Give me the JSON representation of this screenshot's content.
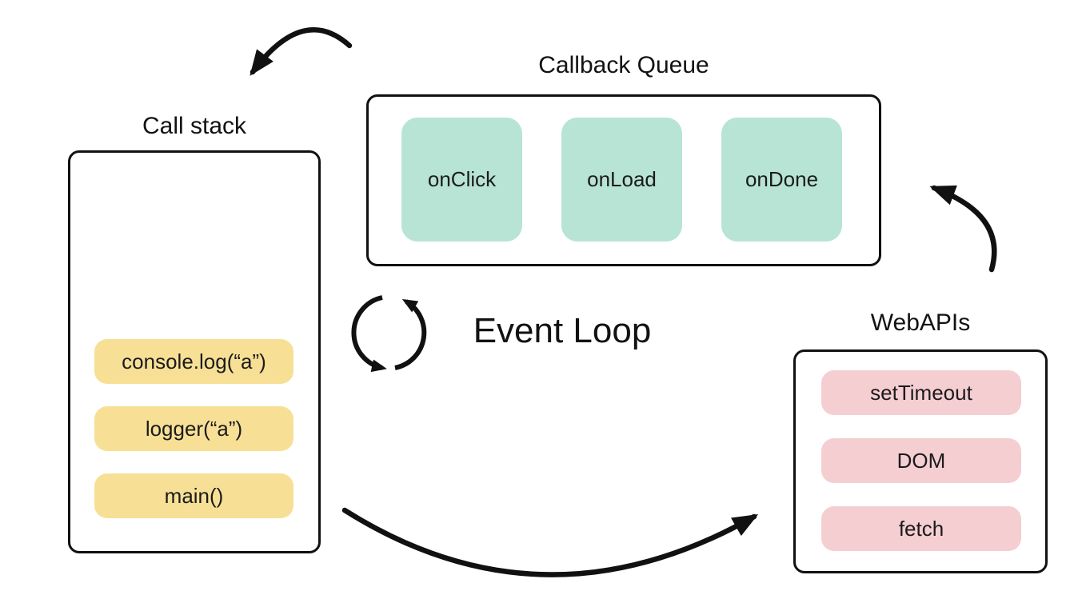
{
  "colors": {
    "bg": "#ffffff",
    "stroke": "#111111",
    "call_stack_item_bg": "#f7e096",
    "callback_item_bg": "#b8e4d5",
    "webapi_item_bg": "#f5ced2"
  },
  "call_stack": {
    "title": "Call stack",
    "items": [
      "console.log(“a”)",
      "logger(“a”)",
      "main()"
    ]
  },
  "callback_queue": {
    "title": "Callback Queue",
    "items": [
      "onClick",
      "onLoad",
      "onDone"
    ]
  },
  "web_apis": {
    "title": "WebAPIs",
    "items": [
      "setTimeout",
      "DOM",
      "fetch"
    ]
  },
  "event_loop": {
    "label": "Event Loop",
    "icon": "circular-loop-counterclockwise-icon"
  },
  "arrows": {
    "callback_queue_to_call_stack": "curved arrow from callback queue toward call stack (top left)",
    "web_apis_to_callback_queue": "curved arrow from WebAPIs up to callback queue (right)",
    "call_stack_to_web_apis": "curved arrow from call stack to WebAPIs (bottom)"
  }
}
